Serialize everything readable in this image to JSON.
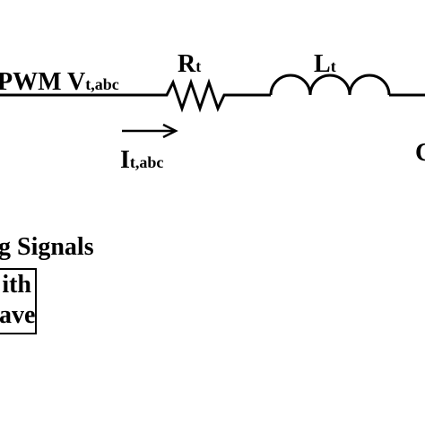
{
  "labels": {
    "pwm_main": "PWM V",
    "pwm_sub": "t,abc",
    "r_main": "R",
    "r_sub": "t",
    "l_main": "L",
    "l_sub": "t",
    "i_main": "I",
    "i_sub": "t,abc",
    "cut_letter": "C",
    "gating_label": "g Signals",
    "box_line1": "ith",
    "box_line2": "ave"
  },
  "colors": {
    "stroke": "#000000",
    "background": "#ffffff"
  }
}
